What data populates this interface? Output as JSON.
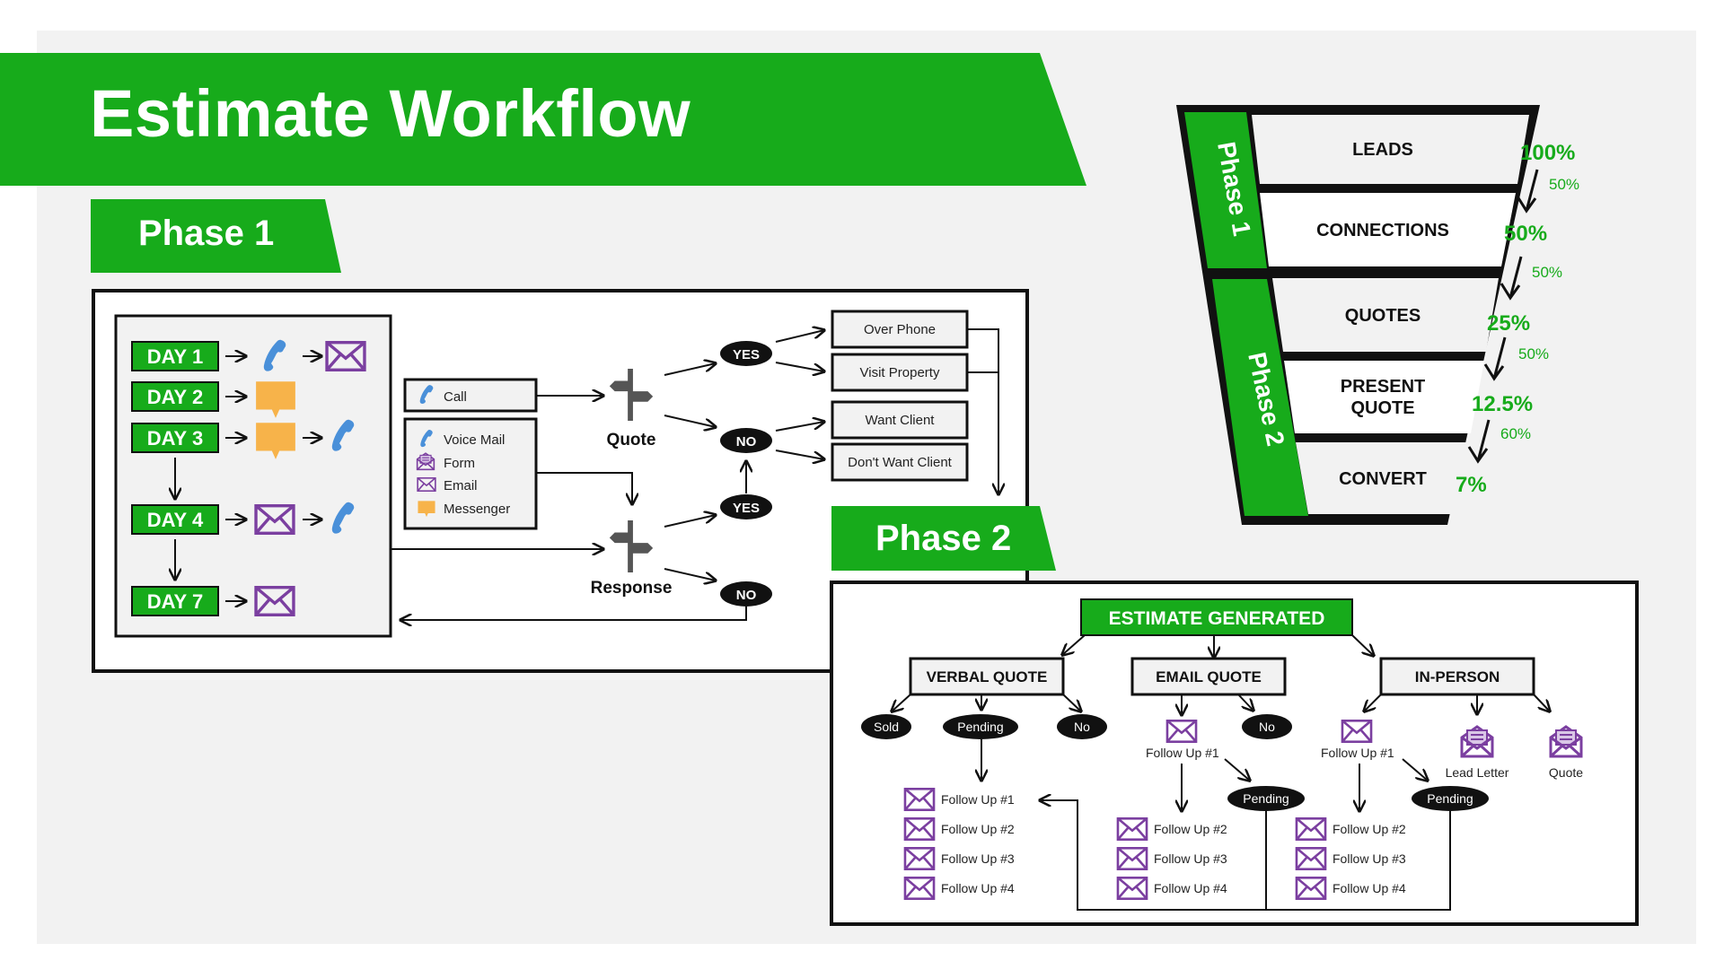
{
  "title": "Estimate Workflow",
  "colors": {
    "green": "#17ab1b",
    "purple": "#7b3fa0",
    "blue": "#4a90d9",
    "orange": "#f7b34a",
    "canvas": "#f2f2f2"
  },
  "phase1": {
    "label": "Phase 1",
    "days": [
      {
        "label": "DAY 1",
        "icons": [
          "phone-icon",
          "email-icon"
        ]
      },
      {
        "label": "DAY 2",
        "icons": [
          "messenger-icon"
        ]
      },
      {
        "label": "DAY 3",
        "icons": [
          "messenger-icon",
          "phone-icon"
        ]
      },
      {
        "label": "DAY 4",
        "icons": [
          "email-icon",
          "phone-icon"
        ]
      },
      {
        "label": "DAY 7",
        "icons": [
          "email-icon"
        ]
      }
    ],
    "call_label": "Call",
    "channels": [
      "Voice Mail",
      "Form",
      "Email",
      "Messenger"
    ],
    "quote_label": "Quote",
    "response_label": "Response",
    "yes": "YES",
    "no": "NO",
    "outcomes": [
      "Over Phone",
      "Visit Property",
      "Want Client",
      "Don't Want Client"
    ]
  },
  "phase2": {
    "label": "Phase 2",
    "root": "ESTIMATE GENERATED",
    "verbal": {
      "label": "VERBAL QUOTE",
      "sold": "Sold",
      "pending": "Pending",
      "no": "No",
      "followups": [
        "Follow Up #1",
        "Follow Up #2",
        "Follow Up #3",
        "Follow Up #4"
      ]
    },
    "email": {
      "label": "EMAIL QUOTE",
      "followup1": "Follow Up #1",
      "no": "No",
      "pending": "Pending",
      "followups": [
        "Follow Up #2",
        "Follow Up #3",
        "Follow Up #4"
      ]
    },
    "inperson": {
      "label": "IN-PERSON",
      "followup1": "Follow Up #1",
      "lead_letter": "Lead Letter",
      "quote": "Quote",
      "pending": "Pending",
      "followups": [
        "Follow Up #2",
        "Follow Up #3",
        "Follow Up #4"
      ]
    }
  },
  "funnel": {
    "phase1_label": "Phase 1",
    "phase2_label": "Phase 2",
    "stages": [
      {
        "lines": [
          "LEADS"
        ],
        "percent": "100%"
      },
      {
        "lines": [
          "CONNECTIONS"
        ],
        "percent": "50%"
      },
      {
        "lines": [
          "QUOTES"
        ],
        "percent": "25%"
      },
      {
        "lines": [
          "PRESENT",
          "QUOTE"
        ],
        "percent": "12.5%"
      },
      {
        "lines": [
          "CONVERT"
        ],
        "percent": "7%"
      }
    ],
    "rates": [
      "50%",
      "50%",
      "50%",
      "60%"
    ]
  }
}
